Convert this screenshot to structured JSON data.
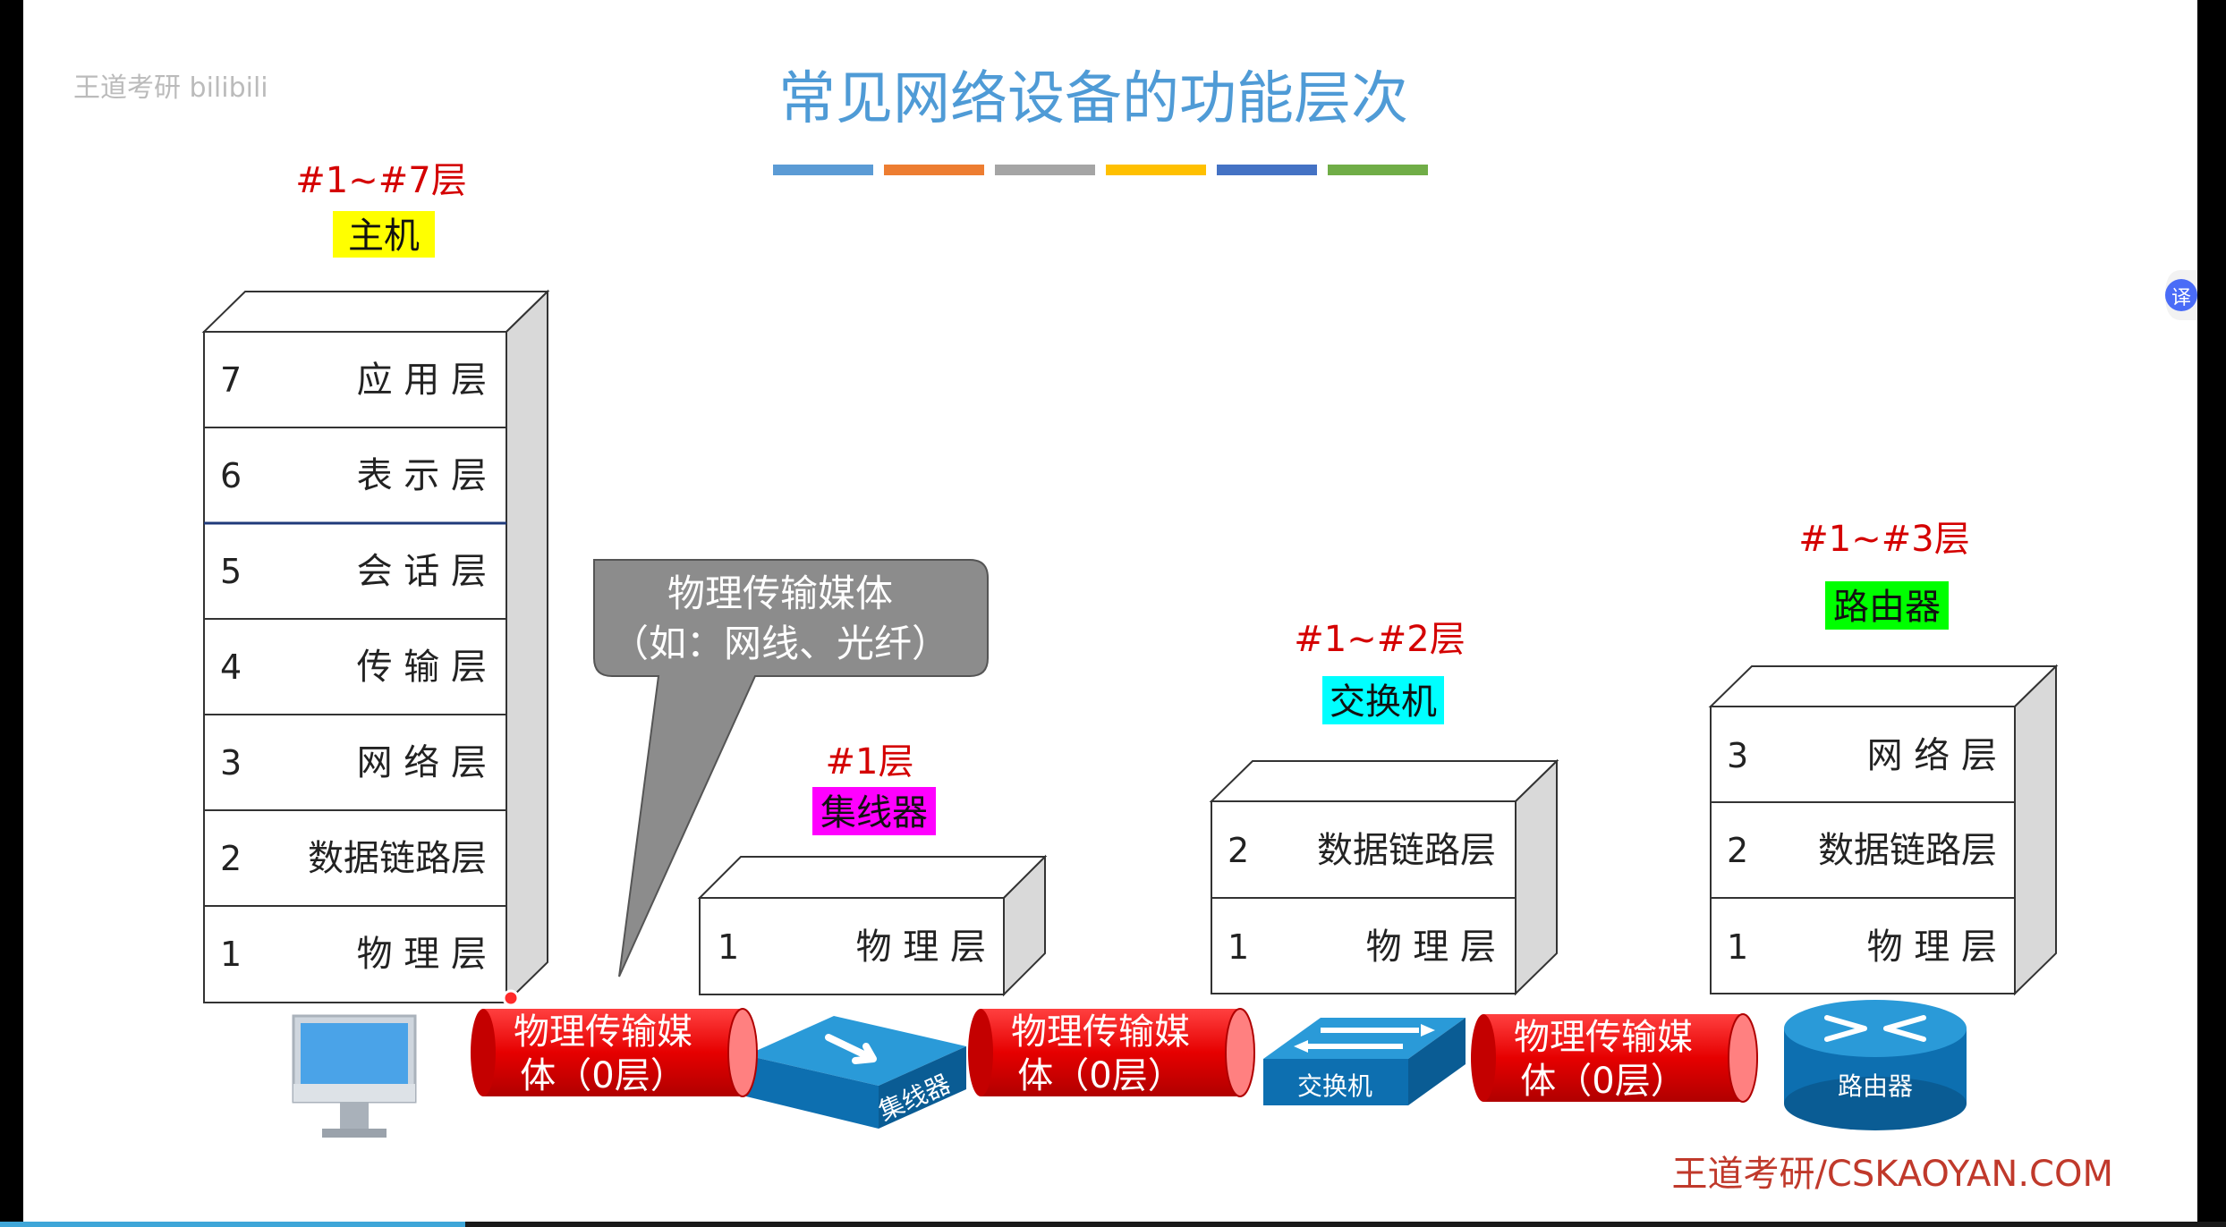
{
  "title": "常见网络设备的功能层次",
  "watermark": "王道考研 bilibili",
  "credit": "王道考研/CSKAOYAN.COM",
  "accent_colors": [
    "#5b9bd5",
    "#ed7d31",
    "#a5a5a5",
    "#ffc000",
    "#4472c4",
    "#70ad47"
  ],
  "host": {
    "range": "#1~#7层",
    "name": "主机",
    "tag_color": "#ffff00",
    "layers": [
      {
        "num": "7",
        "name": "应 用 层"
      },
      {
        "num": "6",
        "name": "表 示 层"
      },
      {
        "num": "5",
        "name": "会 话 层"
      },
      {
        "num": "4",
        "name": "传 输 层"
      },
      {
        "num": "3",
        "name": "网 络 层"
      },
      {
        "num": "2",
        "name": "数据链路层"
      },
      {
        "num": "1",
        "name": "物 理 层"
      }
    ]
  },
  "hub": {
    "range": "#1层",
    "name": "集线器",
    "tag_color": "#ff00ff",
    "layers": [
      {
        "num": "1",
        "name": "物 理 层"
      }
    ],
    "icon_label": "集线器"
  },
  "switch": {
    "range": "#1~#2层",
    "name": "交换机",
    "tag_color": "#00ffff",
    "layers": [
      {
        "num": "2",
        "name": "数据链路层"
      },
      {
        "num": "1",
        "name": "物 理 层"
      }
    ],
    "icon_label": "交换机"
  },
  "router": {
    "range": "#1~#3层",
    "name": "路由器",
    "tag_color": "#00ff00",
    "layers": [
      {
        "num": "3",
        "name": "网 络 层"
      },
      {
        "num": "2",
        "name": "数据链路层"
      },
      {
        "num": "1",
        "name": "物 理 层"
      }
    ],
    "icon_label": "路由器"
  },
  "medium": {
    "line1": "物理传输媒",
    "line2": "体（0层）"
  },
  "bubble": {
    "line1": "物理传输媒体",
    "line2": "（如：网线、光纤）"
  },
  "translate_icon": "译"
}
